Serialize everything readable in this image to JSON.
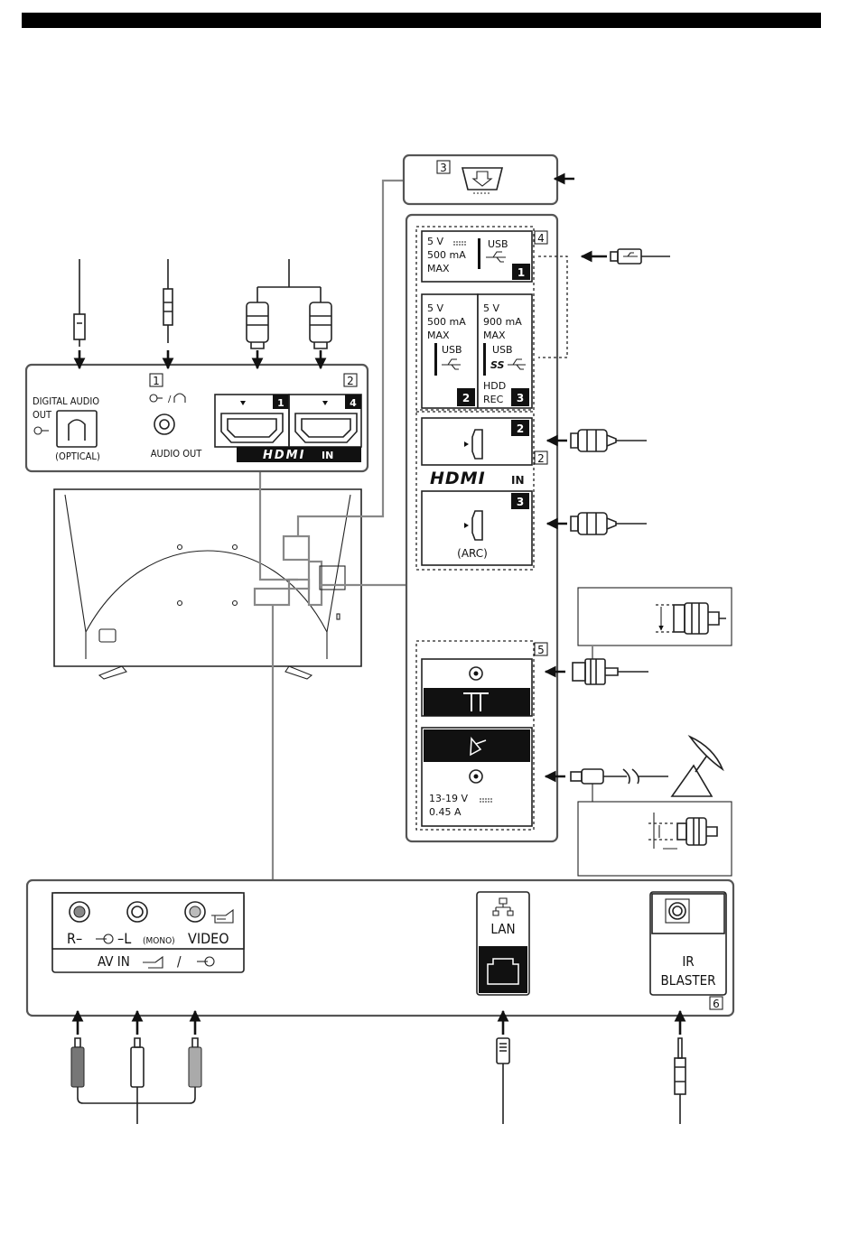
{
  "header": {
    "bar_color": "#000000"
  },
  "callouts": [
    "1",
    "2",
    "3",
    "4",
    "5",
    "6"
  ],
  "left_panel": {
    "digital_audio_line1": "DIGITAL AUDIO",
    "digital_audio_line2": "OUT",
    "optical": "(OPTICAL)",
    "headphone_symbol": "/",
    "audio_out": "AUDIO OUT",
    "hdmi_port_1": "1",
    "hdmi_port_4": "4",
    "hdmi_logo": "HDMI",
    "hdmi_in": "IN"
  },
  "usb_panel": {
    "usb1_v": "5 V",
    "usb1_ma": "500 mA",
    "usb1_max": "MAX",
    "usb1_label": "USB",
    "usb1_num": "1",
    "usb2_v": "5 V",
    "usb2_ma": "500 mA",
    "usb2_max": "MAX",
    "usb2_label": "USB",
    "usb2_num": "2",
    "usb3_v": "5 V",
    "usb3_ma": "900 mA",
    "usb3_max": "MAX",
    "usb3_label": "USB",
    "usb3_ss": "SS",
    "usb3_hdd1": "HDD",
    "usb3_hdd2": "REC",
    "usb3_num": "3"
  },
  "hdmi_side": {
    "port2_num": "2",
    "hdmi_logo": "HDMI",
    "hdmi_in": "IN",
    "port3_num": "3",
    "arc": "(ARC)"
  },
  "antenna_panel": {
    "sat_voltage": "13-19 V",
    "sat_current": "0.45 A"
  },
  "bottom_panel": {
    "r_label": "R–",
    "l_label": "–L",
    "mono": "(MONO)",
    "video": "VIDEO",
    "av_in": "AV IN",
    "slash": "/",
    "lan": "LAN",
    "ir1": "IR",
    "ir2": "BLASTER"
  }
}
